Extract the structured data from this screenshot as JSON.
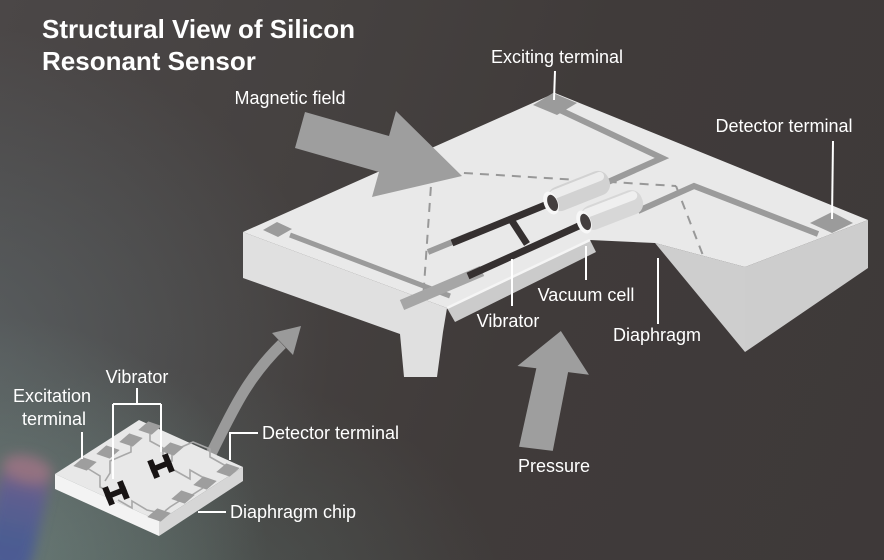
{
  "title": {
    "line1": "Structural View of Silicon",
    "line2": "Resonant Sensor"
  },
  "main_diagram": {
    "magnetic_field_label": "Magnetic field",
    "exciting_terminal_label": "Exciting terminal",
    "detector_terminal_label": "Detector terminal",
    "vacuum_cell_label": "Vacuum cell",
    "vibrator_label": "Vibrator",
    "diaphragm_label": "Diaphragm",
    "pressure_label": "Pressure"
  },
  "inset_diagram": {
    "excitation_terminal_label_line1": "Excitation",
    "excitation_terminal_label_line2": "terminal",
    "vibrator_label": "Vibrator",
    "detector_terminal_label": "Detector terminal",
    "diaphragm_chip_label": "Diaphragm chip"
  },
  "colors": {
    "background_dark": "#3e3939",
    "background_teal": "#7d9b94",
    "chip_surface": "#e9e9e9",
    "chip_side": "#cdcdcd",
    "trace_gray": "#9b9b9b",
    "vibrator_dark": "#353030",
    "arrow_gray": "#9e9e9e",
    "label_white": "#ffffff"
  }
}
